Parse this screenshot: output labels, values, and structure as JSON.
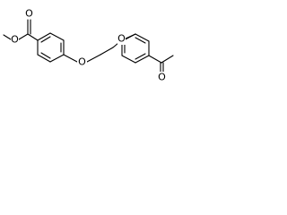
{
  "molecule": {
    "atoms": {
      "ester_carbonyl_oxygen": "O",
      "ester_methoxy_oxygen": "O",
      "ether_oxygen_left": "O",
      "ether_oxygen_right": "O",
      "ketone_oxygen": "O"
    },
    "colors": {
      "bond": "#000000",
      "label": "#000000",
      "background": "#ffffff"
    }
  }
}
